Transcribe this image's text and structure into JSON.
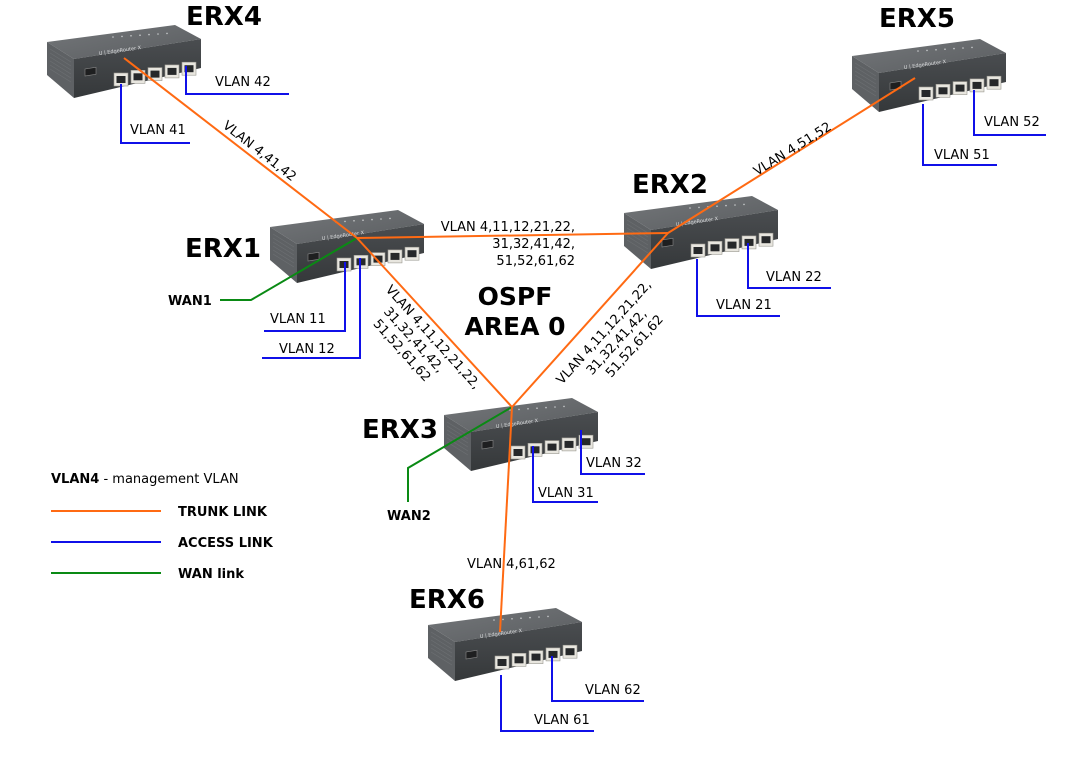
{
  "colors": {
    "trunk": "#ff6a13",
    "access": "#1010e8",
    "wan": "#0a8a14",
    "router_body": "#56595b",
    "router_top": "#6a6d6f",
    "router_side": "#3f4244",
    "port": "#e8e6df"
  },
  "title": {
    "line1": "OSPF",
    "line2": "AREA 0"
  },
  "routers": [
    {
      "id": "ERX1",
      "name": "ERX1",
      "model": "EdgeRouter X"
    },
    {
      "id": "ERX2",
      "name": "ERX2",
      "model": "EdgeRouter X"
    },
    {
      "id": "ERX3",
      "name": "ERX3",
      "model": "EdgeRouter X"
    },
    {
      "id": "ERX4",
      "name": "ERX4",
      "model": "EdgeRouter X"
    },
    {
      "id": "ERX5",
      "name": "ERX5",
      "model": "EdgeRouter X"
    },
    {
      "id": "ERX6",
      "name": "ERX6",
      "model": "EdgeRouter X"
    }
  ],
  "trunk_links": [
    {
      "from": "ERX4",
      "to": "ERX1",
      "lines": [
        "VLAN 4,41,42"
      ]
    },
    {
      "from": "ERX1",
      "to": "ERX2",
      "lines": [
        "VLAN 4,11,12,21,22,",
        "31,32,41,42,",
        "51,52,61,62"
      ]
    },
    {
      "from": "ERX1",
      "to": "ERX3",
      "lines": [
        "VLAN 4,11,12,21,22,",
        "31,32,41,42,",
        "51,52,61,62"
      ]
    },
    {
      "from": "ERX3",
      "to": "ERX2",
      "lines": [
        "VLAN 4,11,12,21,22,",
        "31,32,41,42,",
        "51,52,61,62"
      ]
    },
    {
      "from": "ERX2",
      "to": "ERX5",
      "lines": [
        "VLAN 4,51,52"
      ]
    },
    {
      "from": "ERX3",
      "to": "ERX6",
      "lines": [
        "VLAN 4,61,62"
      ]
    }
  ],
  "access_links": [
    {
      "router": "ERX1",
      "label": "VLAN 11"
    },
    {
      "router": "ERX1",
      "label": "VLAN 12"
    },
    {
      "router": "ERX2",
      "label": "VLAN 21"
    },
    {
      "router": "ERX2",
      "label": "VLAN 22"
    },
    {
      "router": "ERX3",
      "label": "VLAN 31"
    },
    {
      "router": "ERX3",
      "label": "VLAN 32"
    },
    {
      "router": "ERX4",
      "label": "VLAN 41"
    },
    {
      "router": "ERX4",
      "label": "VLAN 42"
    },
    {
      "router": "ERX5",
      "label": "VLAN 51"
    },
    {
      "router": "ERX5",
      "label": "VLAN 52"
    },
    {
      "router": "ERX6",
      "label": "VLAN 61"
    },
    {
      "router": "ERX6",
      "label": "VLAN 62"
    }
  ],
  "wan_links": [
    {
      "router": "ERX1",
      "label": "WAN1"
    },
    {
      "router": "ERX3",
      "label": "WAN2"
    }
  ],
  "legend": {
    "note_bold": "VLAN4",
    "note_rest": " - management VLAN",
    "entries": [
      {
        "type": "trunk",
        "label": "TRUNK LINK"
      },
      {
        "type": "access",
        "label": "ACCESS LINK"
      },
      {
        "type": "wan",
        "label": "WAN link"
      }
    ]
  }
}
